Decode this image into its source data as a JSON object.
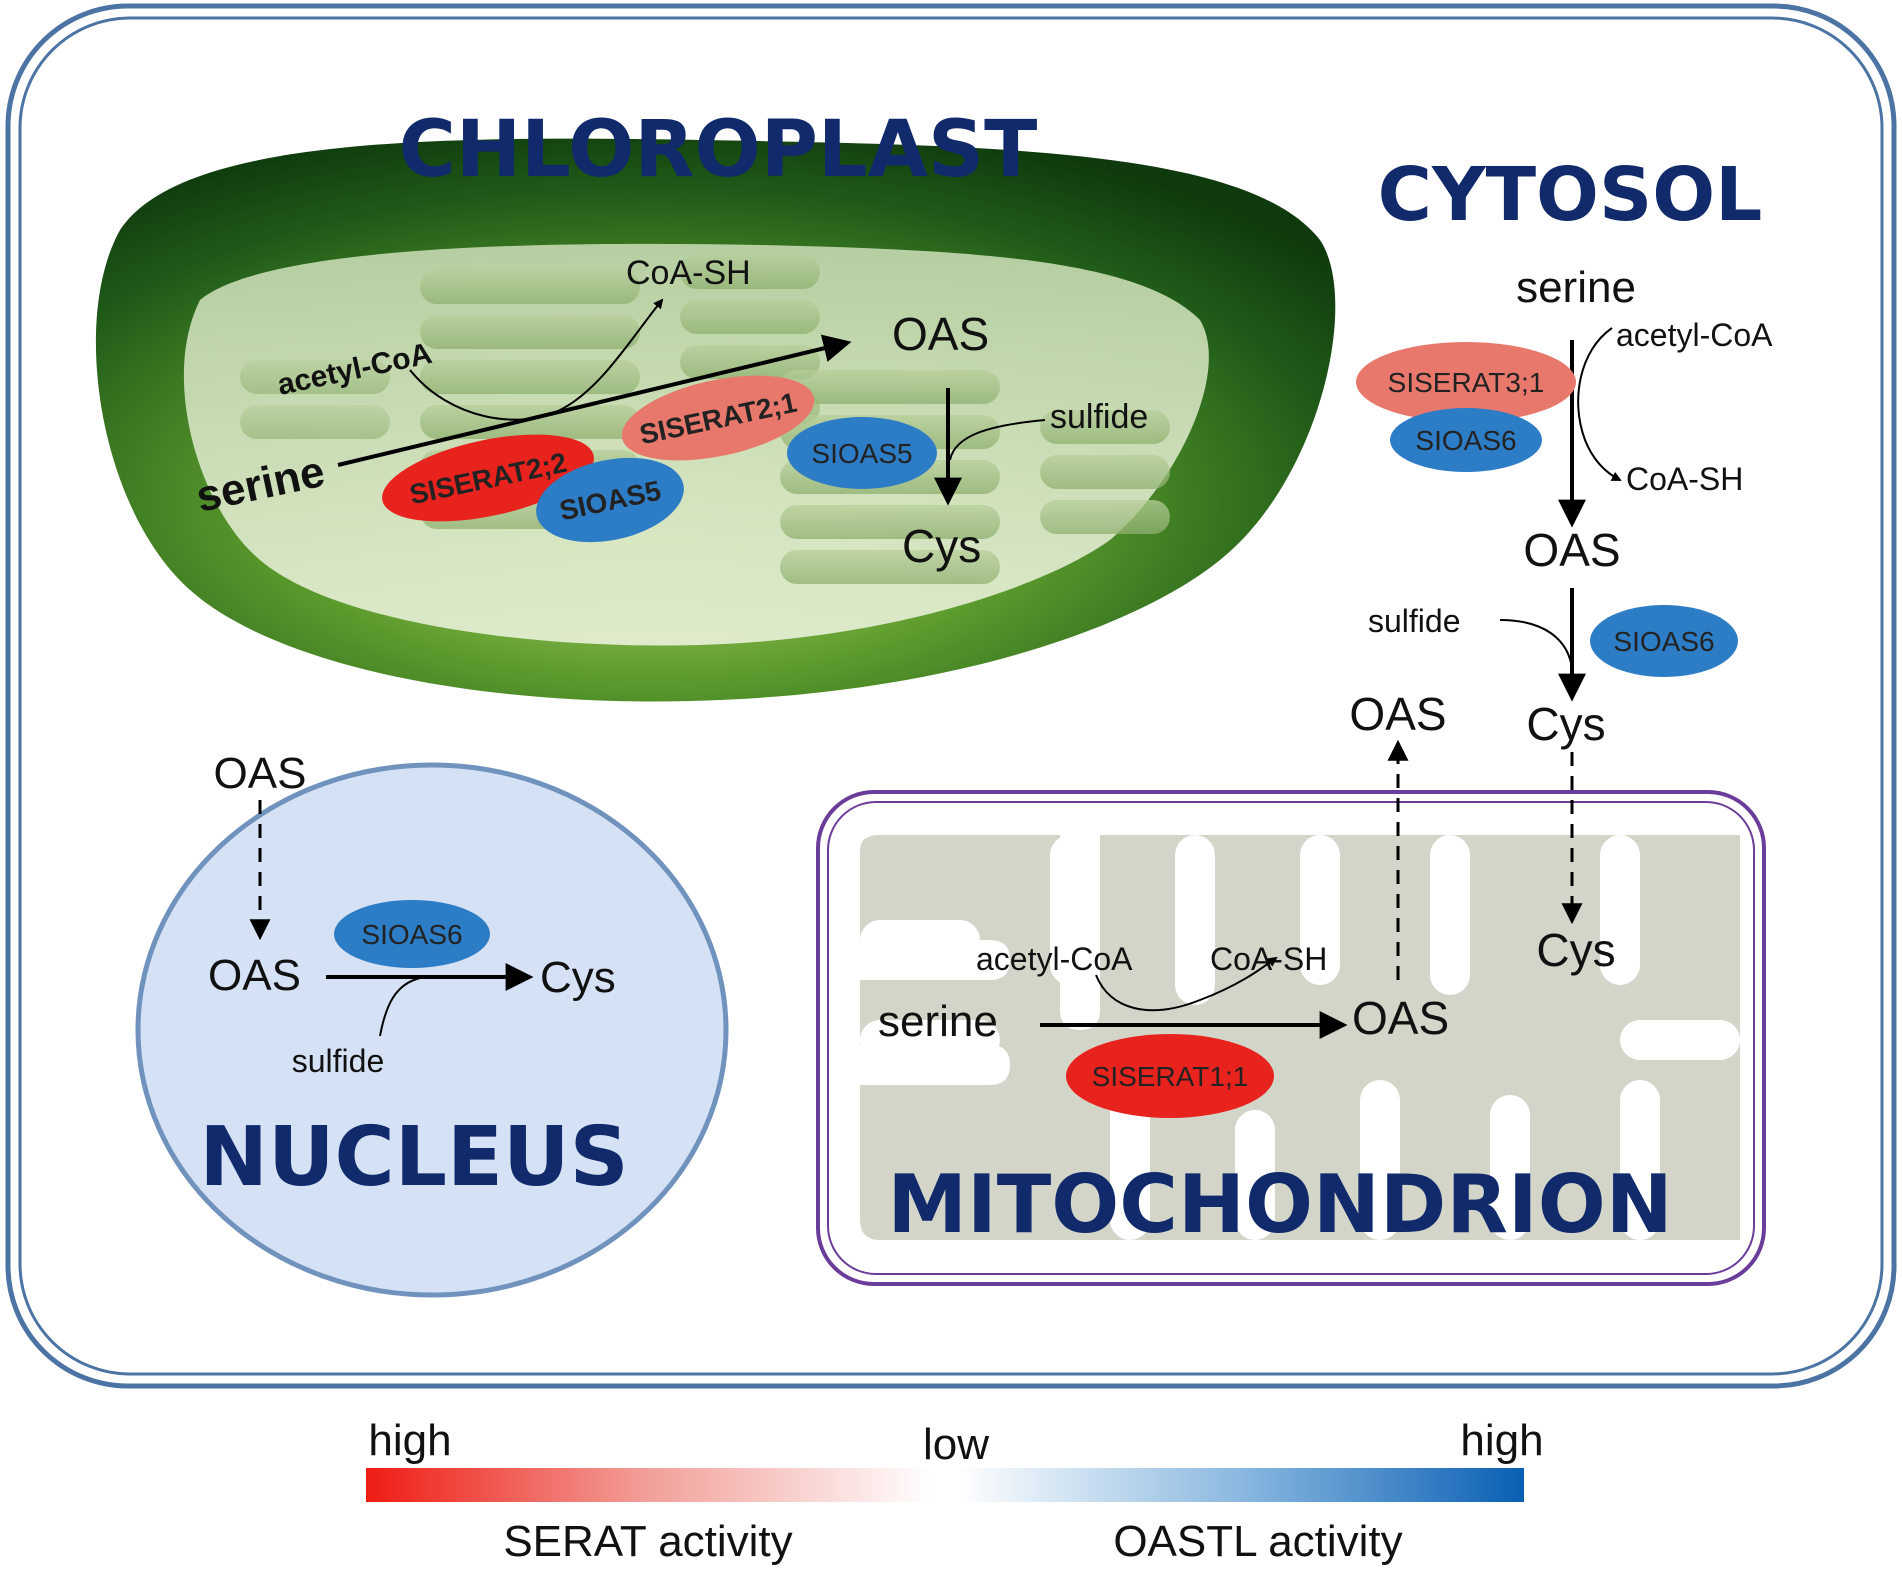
{
  "compartments": {
    "chloroplast": {
      "title": "CHLOROPLAST",
      "serine": "serine",
      "acetyl_coa": "acetyl-CoA",
      "coa_sh": "CoA-SH",
      "oas": "OAS",
      "sulfide": "sulfide",
      "cys": "Cys",
      "enzymes": {
        "serat2_2": "SISERAT2;2",
        "serat2_1": "SISERAT2;1",
        "oas5_a": "SIOAS5",
        "oas5_b": "SIOAS5"
      }
    },
    "cytosol": {
      "title": "CYTOSOL",
      "serine": "serine",
      "acetyl_coa": "acetyl-CoA",
      "coa_sh": "CoA-SH",
      "oas": "OAS",
      "sulfide": "sulfide",
      "cys": "Cys",
      "oas_export": "OAS",
      "enzymes": {
        "serat3_1": "SISERAT3;1",
        "oas6_a": "SIOAS6",
        "oas6_b": "SIOAS6"
      }
    },
    "nucleus": {
      "title": "NUCLEUS",
      "oas_in": "OAS",
      "oas": "OAS",
      "cys": "Cys",
      "sulfide": "sulfide",
      "enzymes": {
        "oas6": "SIOAS6"
      }
    },
    "mitochondrion": {
      "title": "MITOCHONDRION",
      "serine": "serine",
      "acetyl_coa": "acetyl-CoA",
      "coa_sh": "CoA-SH",
      "oas": "OAS",
      "cys": "Cys",
      "enzymes": {
        "serat1_1": "SISERAT1;1"
      }
    }
  },
  "legend": {
    "high_left": "high",
    "low": "low",
    "high_right": "high",
    "serat": "SERAT activity",
    "oastl": "OASTL activity"
  },
  "colors": {
    "serat_high": "#e8231e",
    "serat_mid": "#ea7a6e",
    "oastl_high": "#2d7cc6",
    "title": "#102a6b",
    "cell_border": "#4b73a3",
    "mito_border": "#6a3d9a",
    "nucleus_fill": "#d5e1f4"
  }
}
